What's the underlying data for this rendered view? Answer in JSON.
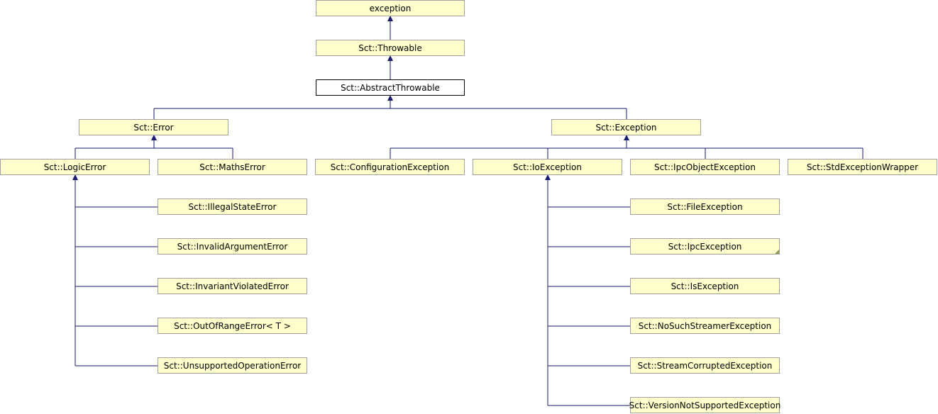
{
  "nodes": [
    {
      "id": "exception",
      "label": "exception"
    },
    {
      "id": "throwable",
      "label": "Sct::Throwable"
    },
    {
      "id": "abstract_throwable",
      "label": "Sct::AbstractThrowable",
      "current": true
    },
    {
      "id": "error",
      "label": "Sct::Error"
    },
    {
      "id": "sct_exception",
      "label": "Sct::Exception"
    },
    {
      "id": "logic_error",
      "label": "Sct::LogicError"
    },
    {
      "id": "maths_error",
      "label": "Sct::MathsError"
    },
    {
      "id": "configuration_exception",
      "label": "Sct::ConfigurationException"
    },
    {
      "id": "io_exception",
      "label": "Sct::IoException"
    },
    {
      "id": "ipc_object_exception",
      "label": "Sct::IpcObjectException"
    },
    {
      "id": "std_exception_wrapper",
      "label": "Sct::StdExceptionWrapper"
    },
    {
      "id": "illegal_state_error",
      "label": "Sct::IllegalStateError"
    },
    {
      "id": "invalid_argument_error",
      "label": "Sct::InvalidArgumentError"
    },
    {
      "id": "invariant_violated_error",
      "label": "Sct::InvariantViolatedError"
    },
    {
      "id": "out_of_range_error",
      "label": "Sct::OutOfRangeError< T >"
    },
    {
      "id": "unsupported_operation_error",
      "label": "Sct::UnsupportedOperationError"
    },
    {
      "id": "file_exception",
      "label": "Sct::FileException"
    },
    {
      "id": "ipc_exception",
      "label": "Sct::IpcException",
      "truncated": true
    },
    {
      "id": "is_exception",
      "label": "Sct::IsException"
    },
    {
      "id": "no_such_streamer_exception",
      "label": "Sct::NoSuchStreamerException"
    },
    {
      "id": "stream_corrupted_exception",
      "label": "Sct::StreamCorruptedException"
    },
    {
      "id": "version_not_supported_exception",
      "label": "Sct::VersionNotSupportedException"
    }
  ],
  "edges": [
    {
      "child": "throwable",
      "parent": "exception"
    },
    {
      "child": "abstract_throwable",
      "parent": "throwable"
    },
    {
      "child": "error",
      "parent": "abstract_throwable"
    },
    {
      "child": "sct_exception",
      "parent": "abstract_throwable"
    },
    {
      "child": "logic_error",
      "parent": "error"
    },
    {
      "child": "maths_error",
      "parent": "error"
    },
    {
      "child": "configuration_exception",
      "parent": "sct_exception"
    },
    {
      "child": "io_exception",
      "parent": "sct_exception"
    },
    {
      "child": "ipc_object_exception",
      "parent": "sct_exception"
    },
    {
      "child": "std_exception_wrapper",
      "parent": "sct_exception"
    },
    {
      "child": "illegal_state_error",
      "parent": "logic_error"
    },
    {
      "child": "invalid_argument_error",
      "parent": "logic_error"
    },
    {
      "child": "invariant_violated_error",
      "parent": "logic_error"
    },
    {
      "child": "out_of_range_error",
      "parent": "logic_error"
    },
    {
      "child": "unsupported_operation_error",
      "parent": "logic_error"
    },
    {
      "child": "file_exception",
      "parent": "io_exception"
    },
    {
      "child": "ipc_exception",
      "parent": "io_exception"
    },
    {
      "child": "is_exception",
      "parent": "io_exception"
    },
    {
      "child": "no_such_streamer_exception",
      "parent": "io_exception"
    },
    {
      "child": "stream_corrupted_exception",
      "parent": "io_exception"
    },
    {
      "child": "version_not_supported_exception",
      "parent": "io_exception"
    }
  ],
  "colors": {
    "node_fill": "#ffffcc",
    "node_border": "#a0a0a0",
    "current_fill": "#ffffff",
    "current_border": "#000000",
    "edge": "#191970"
  }
}
